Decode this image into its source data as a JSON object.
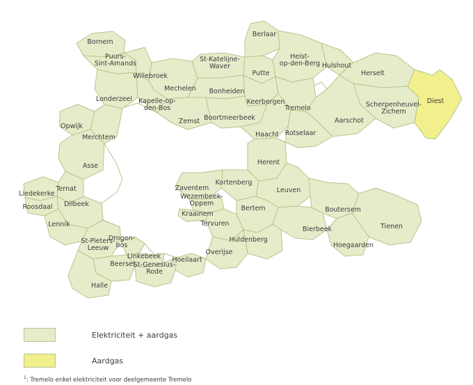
{
  "colors": {
    "elektriciteit_aardgas": "#e6ecca",
    "aardgas": "#f2ef8d",
    "geen": "#ffffff",
    "border": "#b7c48e"
  },
  "municipalities": [
    {
      "name": "Bornem",
      "category": "elektriciteit_aardgas"
    },
    {
      "name": "Puurs-Sint-Amands",
      "category": "elektriciteit_aardgas"
    },
    {
      "name": "Willebroek",
      "category": "elektriciteit_aardgas"
    },
    {
      "name": "Mechelen",
      "category": "elektriciteit_aardgas"
    },
    {
      "name": "Sint-Katelijne-Waver",
      "category": "elektriciteit_aardgas"
    },
    {
      "name": "Berlaar",
      "category": "elektriciteit_aardgas"
    },
    {
      "name": "Heist-op-den-Berg",
      "category": "elektriciteit_aardgas"
    },
    {
      "name": "Putte",
      "category": "elektriciteit_aardgas"
    },
    {
      "name": "Hulshout",
      "category": "elektriciteit_aardgas"
    },
    {
      "name": "Herselt",
      "category": "elektriciteit_aardgas"
    },
    {
      "name": "Bonheiden",
      "category": "elektriciteit_aardgas"
    },
    {
      "name": "Londerzeel",
      "category": "elektriciteit_aardgas"
    },
    {
      "name": "Kapelle-op-den-Bos",
      "category": "elektriciteit_aardgas"
    },
    {
      "name": "Keerbergen",
      "category": "elektriciteit_aardgas"
    },
    {
      "name": "Tremelo",
      "category": "elektriciteit_aardgas"
    },
    {
      "name": "Scherpenheuvel-Zichem",
      "category": "elektriciteit_aardgas"
    },
    {
      "name": "Diest",
      "category": "aardgas"
    },
    {
      "name": "Zemst",
      "category": "elektriciteit_aardgas"
    },
    {
      "name": "Boortmeerbeek",
      "category": "elektriciteit_aardgas"
    },
    {
      "name": "Aarschot",
      "category": "elektriciteit_aardgas"
    },
    {
      "name": "Opwijk",
      "category": "elektriciteit_aardgas"
    },
    {
      "name": "Haacht",
      "category": "elektriciteit_aardgas"
    },
    {
      "name": "Rotselaar",
      "category": "elektriciteit_aardgas"
    },
    {
      "name": "Merchtem",
      "category": "elektriciteit_aardgas"
    },
    {
      "name": "Asse",
      "category": "elektriciteit_aardgas"
    },
    {
      "name": "Herent",
      "category": "elektriciteit_aardgas"
    },
    {
      "name": "Zaventem",
      "category": "elektriciteit_aardgas"
    },
    {
      "name": "Kortenberg",
      "category": "elektriciteit_aardgas"
    },
    {
      "name": "Liedekerke",
      "category": "elektriciteit_aardgas"
    },
    {
      "name": "Ternat",
      "category": "elektriciteit_aardgas"
    },
    {
      "name": "Leuven",
      "category": "elektriciteit_aardgas"
    },
    {
      "name": "Roosdaal",
      "category": "elektriciteit_aardgas"
    },
    {
      "name": "Dilbeek",
      "category": "elektriciteit_aardgas"
    },
    {
      "name": "Wezembeek-Oppem",
      "category": "elektriciteit_aardgas"
    },
    {
      "name": "Kraainem",
      "category": "elektriciteit_aardgas"
    },
    {
      "name": "Bertem",
      "category": "elektriciteit_aardgas"
    },
    {
      "name": "Boutersem",
      "category": "elektriciteit_aardgas"
    },
    {
      "name": "Lennik",
      "category": "elektriciteit_aardgas"
    },
    {
      "name": "Tervuren",
      "category": "elektriciteit_aardgas"
    },
    {
      "name": "Tienen",
      "category": "elektriciteit_aardgas"
    },
    {
      "name": "Bierbeek",
      "category": "elektriciteit_aardgas"
    },
    {
      "name": "Drogenbos",
      "category": "elektriciteit_aardgas"
    },
    {
      "name": "Huldenberg",
      "category": "elektriciteit_aardgas"
    },
    {
      "name": "Sint-Pieters-Leeuw",
      "category": "elektriciteit_aardgas"
    },
    {
      "name": "Hoegaarden",
      "category": "elektriciteit_aardgas"
    },
    {
      "name": "Linkebeek",
      "category": "elektriciteit_aardgas"
    },
    {
      "name": "Overijse",
      "category": "elektriciteit_aardgas"
    },
    {
      "name": "Beersel",
      "category": "elektriciteit_aardgas"
    },
    {
      "name": "Hoeilaart",
      "category": "elektriciteit_aardgas"
    },
    {
      "name": "Sint-Genesius-Rode",
      "category": "elektriciteit_aardgas"
    },
    {
      "name": "Halle",
      "category": "elektriciteit_aardgas"
    }
  ],
  "labels": {
    "Bornem": [
      "Bornem"
    ],
    "Puurs-Sint-Amands": [
      "Puurs-",
      "Sint-Amands"
    ],
    "Willebroek": [
      "Willebroek"
    ],
    "Mechelen": [
      "Mechelen"
    ],
    "Sint-Katelijne-Waver": [
      "St-Katelijne-",
      "Waver"
    ],
    "Berlaar": [
      "Berlaar"
    ],
    "Heist-op-den-Berg": [
      "Heist-",
      "op-den-Berg"
    ],
    "Putte": [
      "Putte"
    ],
    "Hulshout": [
      "Hulshout"
    ],
    "Herselt": [
      "Herselt"
    ],
    "Bonheiden": [
      "Bonheiden"
    ],
    "Londerzeel": [
      "Londerzeel"
    ],
    "Kapelle-op-den-Bos": [
      "Kapelle-op-",
      "den-Bos"
    ],
    "Keerbergen": [
      "Keerbergen"
    ],
    "Tremelo": [
      "Tremelo"
    ],
    "Scherpenheuvel-Zichem": [
      "Scherpenheuvel-",
      "Zichem"
    ],
    "Diest": [
      "Diest"
    ],
    "Zemst": [
      "Zemst"
    ],
    "Boortmeerbeek": [
      "Boortmeerbeek"
    ],
    "Aarschot": [
      "Aarschot"
    ],
    "Opwijk": [
      "Opwijk"
    ],
    "Haacht": [
      "Haacht"
    ],
    "Rotselaar": [
      "Rotselaar"
    ],
    "Merchtem": [
      "Merchtem"
    ],
    "Asse": [
      "Asse"
    ],
    "Herent": [
      "Herent"
    ],
    "Zaventem": [
      "Zaventem"
    ],
    "Kortenberg": [
      "Kortenberg"
    ],
    "Liedekerke": [
      "Liedekerke"
    ],
    "Ternat": [
      "Ternat"
    ],
    "Leuven": [
      "Leuven"
    ],
    "Roosdaal": [
      "Roosdaal"
    ],
    "Dilbeek": [
      "Dilbeek"
    ],
    "Wezembeek-Oppem": [
      "Wezembeek-",
      "Oppem"
    ],
    "Kraainem": [
      "Kraainem"
    ],
    "Bertem": [
      "Bertem"
    ],
    "Boutersem": [
      "Boutersem"
    ],
    "Lennik": [
      "Lennik"
    ],
    "Tervuren": [
      "Tervuren"
    ],
    "Tienen": [
      "Tienen"
    ],
    "Bierbeek": [
      "Bierbeek"
    ],
    "Drogenbos": [
      "Drogen-",
      "bos"
    ],
    "Huldenberg": [
      "Huldenberg"
    ],
    "Sint-Pieters-Leeuw": [
      "St-Pieters-",
      "Leeuw"
    ],
    "Hoegaarden": [
      "Hoegaarden"
    ],
    "Linkebeek": [
      "Linkebeek"
    ],
    "Overijse": [
      "Overijse"
    ],
    "Beersel": [
      "Beersel"
    ],
    "Hoeilaart": [
      "Hoeilaart"
    ],
    "Sint-Genesius-Rode": [
      "St-Genesius-",
      "Rode"
    ],
    "Halle": [
      "Halle"
    ]
  },
  "legend": [
    {
      "label": "Elektriciteit + aardgas",
      "color": "#e6ecca"
    },
    {
      "label": "Aardgas",
      "color": "#f2ef8d"
    }
  ],
  "footnote": {
    "marker": "1",
    "text": ": Tremelo enkel elektriciteit voor deelgemeente Tremelo"
  }
}
